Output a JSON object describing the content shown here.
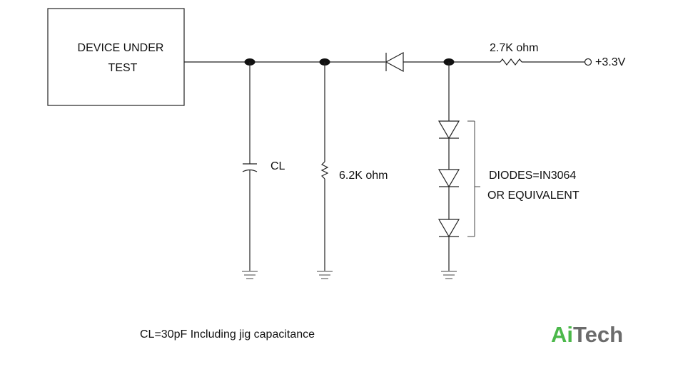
{
  "diagram": {
    "device_label_line1": "DEVICE UNDER",
    "device_label_line2": "TEST",
    "capacitor_label": "CL",
    "resistor_shunt_label": "6.2K ohm",
    "resistor_series_label": "2.7K ohm",
    "supply_label": "+3.3V",
    "diodes_label_line1": "DIODES=IN3064",
    "diodes_label_line2": "OR EQUIVALENT",
    "footnote": "CL=30pF Including jig capacitance"
  },
  "logo": {
    "part1": "Ai",
    "part2": "Tech",
    "color_ai": "#4bb84a",
    "color_tech": "#6b6b6b"
  }
}
